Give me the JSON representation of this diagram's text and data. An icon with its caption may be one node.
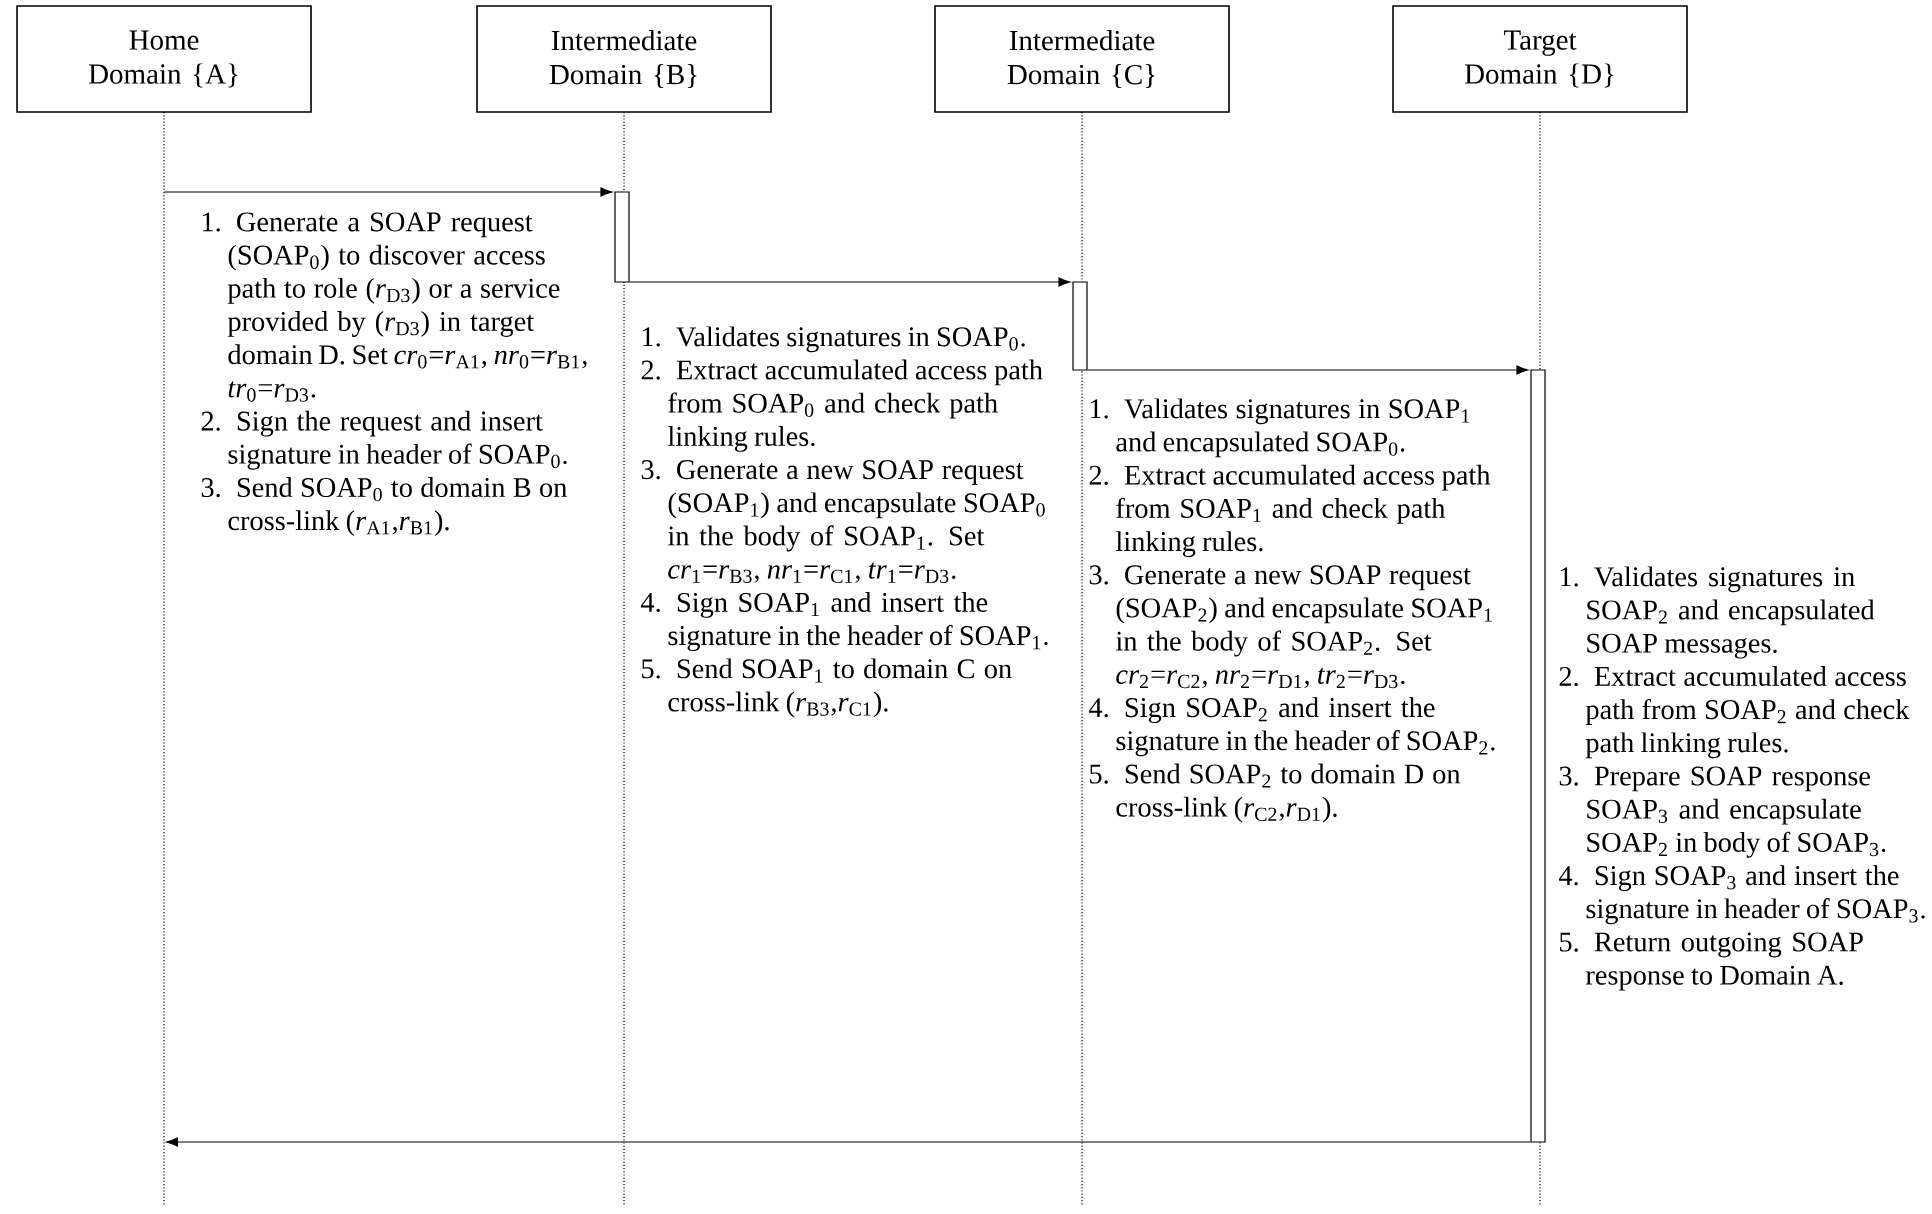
{
  "diagram": {
    "nodes": [
      {
        "text": [
          "Home Domain {A}"
        ]
      },
      {
        "text": [
          "Intermediate Domain {B}"
        ]
      },
      {
        "text": [
          "Intermediate Domain {C}"
        ]
      },
      {
        "text": [
          "Target Domain {D}"
        ]
      },
      {
        "text": [],
        "shape": "bar"
      },
      {
        "text": [],
        "shape": "bar"
      },
      {
        "text": [],
        "shape": "bar"
      }
    ],
    "edges": [
      {
        "from": null,
        "to": 4,
        "arrow": "to"
      },
      {
        "from": 4,
        "to": 5,
        "arrow": "to"
      },
      {
        "from": 5,
        "to": 6,
        "arrow": "to"
      },
      {
        "from": 6,
        "to": null,
        "arrow": "to"
      }
    ],
    "labels": [
      "1. Generate a SOAP request (SOAP$_{0}$) to discover access path to role (*r*$_{D3}$) or a service provided by (*r*$_{D3}$) in target domain D. Set *cr*$_{0}$=*r*$_{A1}$, *nr*$_{0}$=*r*$_{B1}$, *tr*$_{0}$=*r*$_{D3}$.",
      "2. Sign the request and insert signature in header of SOAP$_{0}$.",
      "3. Send SOAP$_{0}$ to domain B on cross-link (*r*$_{A1}$,*r*$_{B1}$).",
      "1. Validates signatures in SOAP$_{0}$.",
      "2. Extract accumulated access path from SOAP$_{0}$ and check path linking rules.",
      "3. Generate a new SOAP request (SOAP$_{1}$) and encapsulate SOAP$_{0}$ in the body of SOAP$_{1}$. Set *cr*$_{1}$=*r*$_{B3}$, *nr*$_{1}$=*r*$_{C1}$, *tr*$_{1}$=*r*$_{D3}$.",
      "4. Sign SOAP$_{1}$ and insert the signature in the header of SOAP$_{1}$.",
      "5. Send SOAP$_{1}$ to domain C on cross-link (*r*$_{B3}$,*r*$_{C1}$).",
      "1. Validates signatures in SOAP$_{1}$ and encapsulated SOAP$_{0}$.",
      "2. Extract accumulated access path from SOAP$_{1}$ and check path linking rules.",
      "3. Generate a new SOAP request (SOAP$_{2}$) and encapsulate SOAP$_{1}$ in the body of SOAP$_{2}$. Set *cr*$_{2}$=*r*$_{C2}$, *nr*$_{2}$=*r*$_{D1}$, *tr*$_{2}$=*r*$_{D3}$.",
      "4. Sign SOAP$_{2}$ and insert the signature in the header of SOAP$_{2}$.",
      "5. Send SOAP$_{2}$ to domain D on cross-link (*r*$_{C2}$,*r*$_{D1}$).",
      "1. Validates signatures in SOAP$_{2}$ and encapsulated SOAP messages.",
      "2. Extract accumulated access path from SOAP$_{2}$ and check path linking rules.",
      "3. Prepare SOAP response SOAP$_{3}$ and encapsulate SOAP$_{2}$ in body of SOAP$_{3}$.",
      "4. Sign SOAP$_{3}$ and insert the signature in header of SOAP$_{3}$.",
      "5. Return outgoing SOAP response to Domain A."
    ]
  }
}
